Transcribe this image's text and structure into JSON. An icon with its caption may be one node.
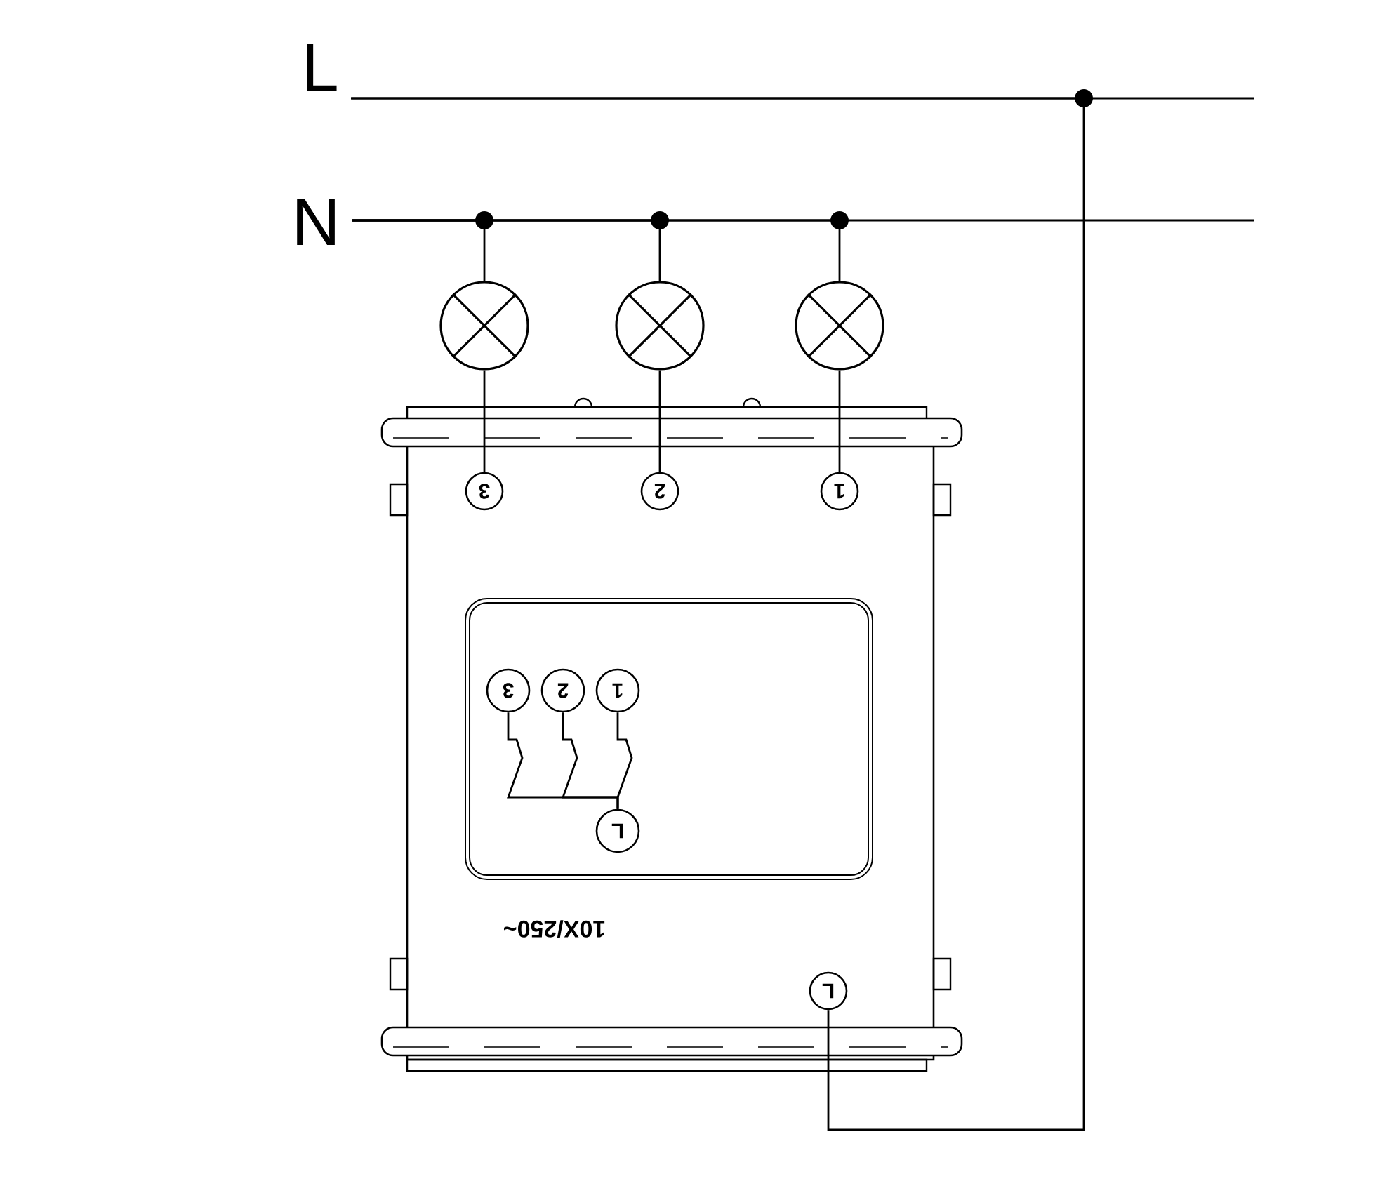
{
  "diagram": {
    "nodes": [
      {
        "text": [
          "L"
        ]
      },
      {
        "text": [
          "N"
        ]
      },
      {
        "text": [],
        "shape": "circle"
      },
      {
        "text": [],
        "shape": "circle"
      },
      {
        "text": [],
        "shape": "circle"
      },
      {
        "text": [],
        "shape": "box"
      },
      {
        "text": [
          "3"
        ],
        "in": 5
      },
      {
        "text": [
          "2"
        ],
        "in": 5
      },
      {
        "text": [
          "1"
        ],
        "in": 5
      },
      {
        "text": [],
        "shape": "box",
        "in": 5
      },
      {
        "text": [
          "3"
        ],
        "in": 9
      },
      {
        "text": [
          "2"
        ],
        "in": 9
      },
      {
        "text": [
          "1"
        ],
        "in": 9
      },
      {
        "text": [
          "L"
        ],
        "in": 9
      },
      {
        "text": [
          "L"
        ],
        "in": 5
      }
    ],
    "edges": [
      {
        "from": 0,
        "to": null,
        "arrow": "none"
      },
      {
        "from": 1,
        "to": null,
        "arrow": "none"
      },
      {
        "from": 1,
        "to": 2,
        "arrow": "none"
      },
      {
        "from": 1,
        "to": 3,
        "arrow": "none"
      },
      {
        "from": 1,
        "to": 4,
        "arrow": "none"
      },
      {
        "from": 2,
        "to": 6,
        "arrow": "none"
      },
      {
        "from": 3,
        "to": 7,
        "arrow": "none"
      },
      {
        "from": 4,
        "to": 8,
        "arrow": "none"
      },
      {
        "from": 0,
        "to": 14,
        "arrow": "none"
      },
      {
        "from": 13,
        "to": 12,
        "arrow": "none"
      },
      {
        "from": 13,
        "to": 11,
        "arrow": "none"
      },
      {
        "from": 13,
        "to": 10,
        "arrow": "none"
      }
    ],
    "labels": [
      "10X/250~"
    ]
  }
}
